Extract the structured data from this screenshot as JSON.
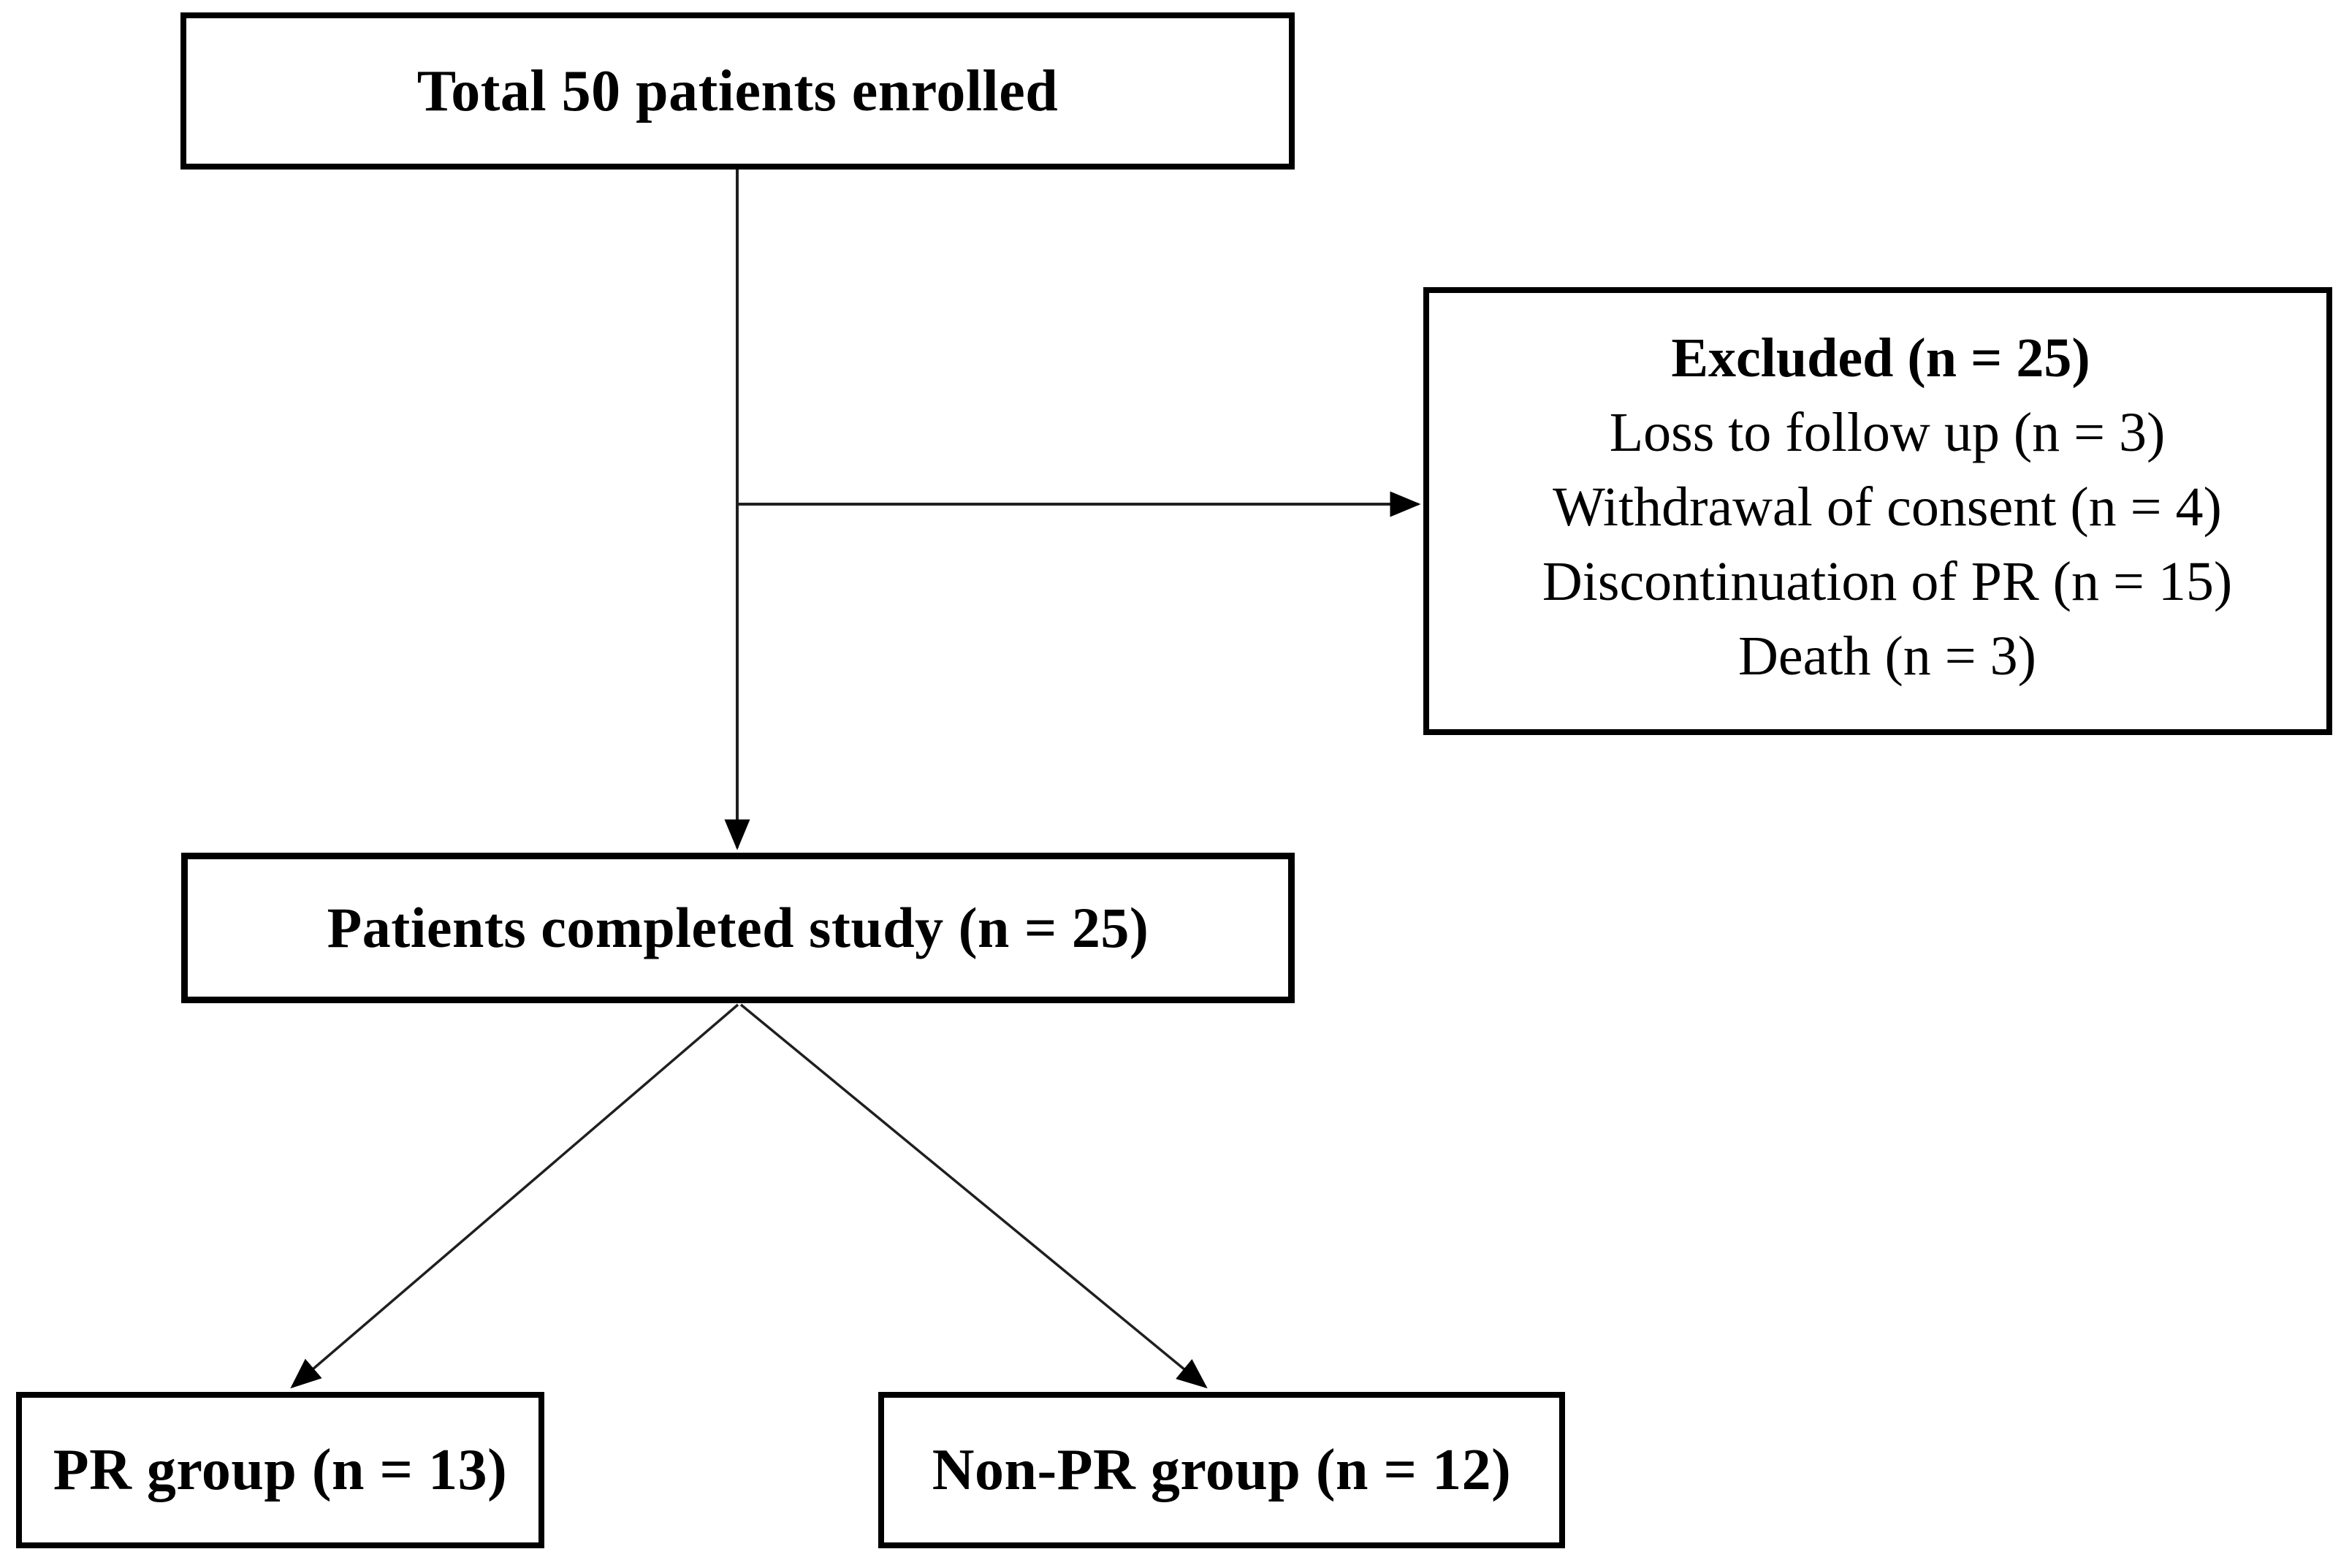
{
  "diagram": {
    "type": "flowchart",
    "boxes": {
      "enrolled": {
        "label": "Total 50 patients enrolled"
      },
      "excluded": {
        "title": "Excluded (n = 25)",
        "items": [
          "Loss to follow up (n = 3)",
          "Withdrawal of consent (n = 4)",
          "Discontinuation of PR (n = 15)",
          "Death (n = 3)"
        ]
      },
      "completed": {
        "label": "Patients completed study (n = 25)"
      },
      "pr_group": {
        "label": "PR group (n = 13)"
      },
      "non_pr_group": {
        "label": "Non-PR group (n = 12)"
      }
    },
    "edges": [
      {
        "from": "enrolled",
        "to": "completed",
        "style": "vertical-arrow"
      },
      {
        "from": "enrolled",
        "to": "excluded",
        "style": "horizontal-branch-arrow"
      },
      {
        "from": "completed",
        "to": "pr_group",
        "style": "diagonal-arrow"
      },
      {
        "from": "completed",
        "to": "non_pr_group",
        "style": "diagonal-arrow"
      }
    ],
    "colors": {
      "background": "#ffffff",
      "box_border": "#000000",
      "text": "#000000",
      "arrow_line": "#1f1f1f",
      "arrow_head": "#000000"
    }
  }
}
